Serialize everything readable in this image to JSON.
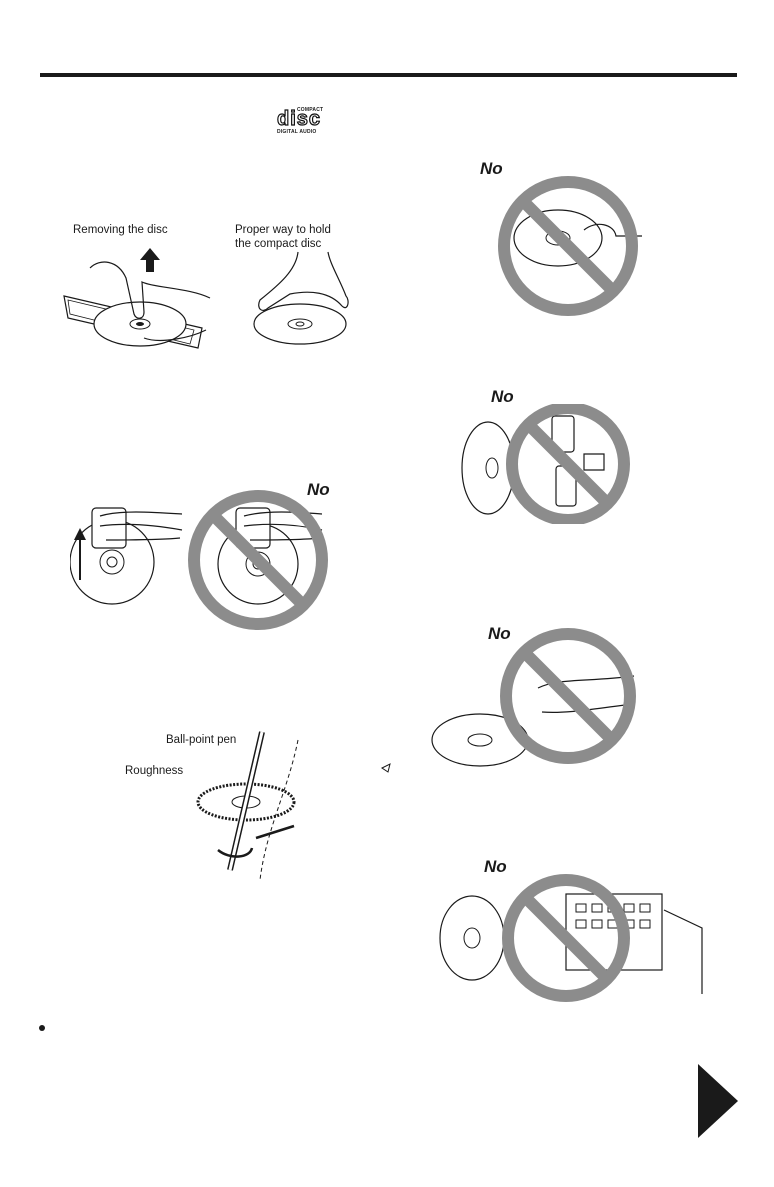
{
  "logo": {
    "top_text": "COMPACT",
    "main_text": "disc",
    "bottom_text": "DIGITAL AUDIO"
  },
  "labels": {
    "removing_disc": "Removing the disc",
    "proper_hold_line1": "Proper way to hold",
    "proper_hold_line2": "the compact disc",
    "ball_point_pen": "Ball-point pen",
    "roughness": "Roughness"
  },
  "warnings": {
    "no": "No"
  },
  "colors": {
    "ink": "#1a1a1a",
    "prohibition_ring": "#8c8c8c",
    "background": "#ffffff"
  },
  "icons": {
    "next_page": "next-page-arrow-icon",
    "bullet": "bullet-icon"
  }
}
